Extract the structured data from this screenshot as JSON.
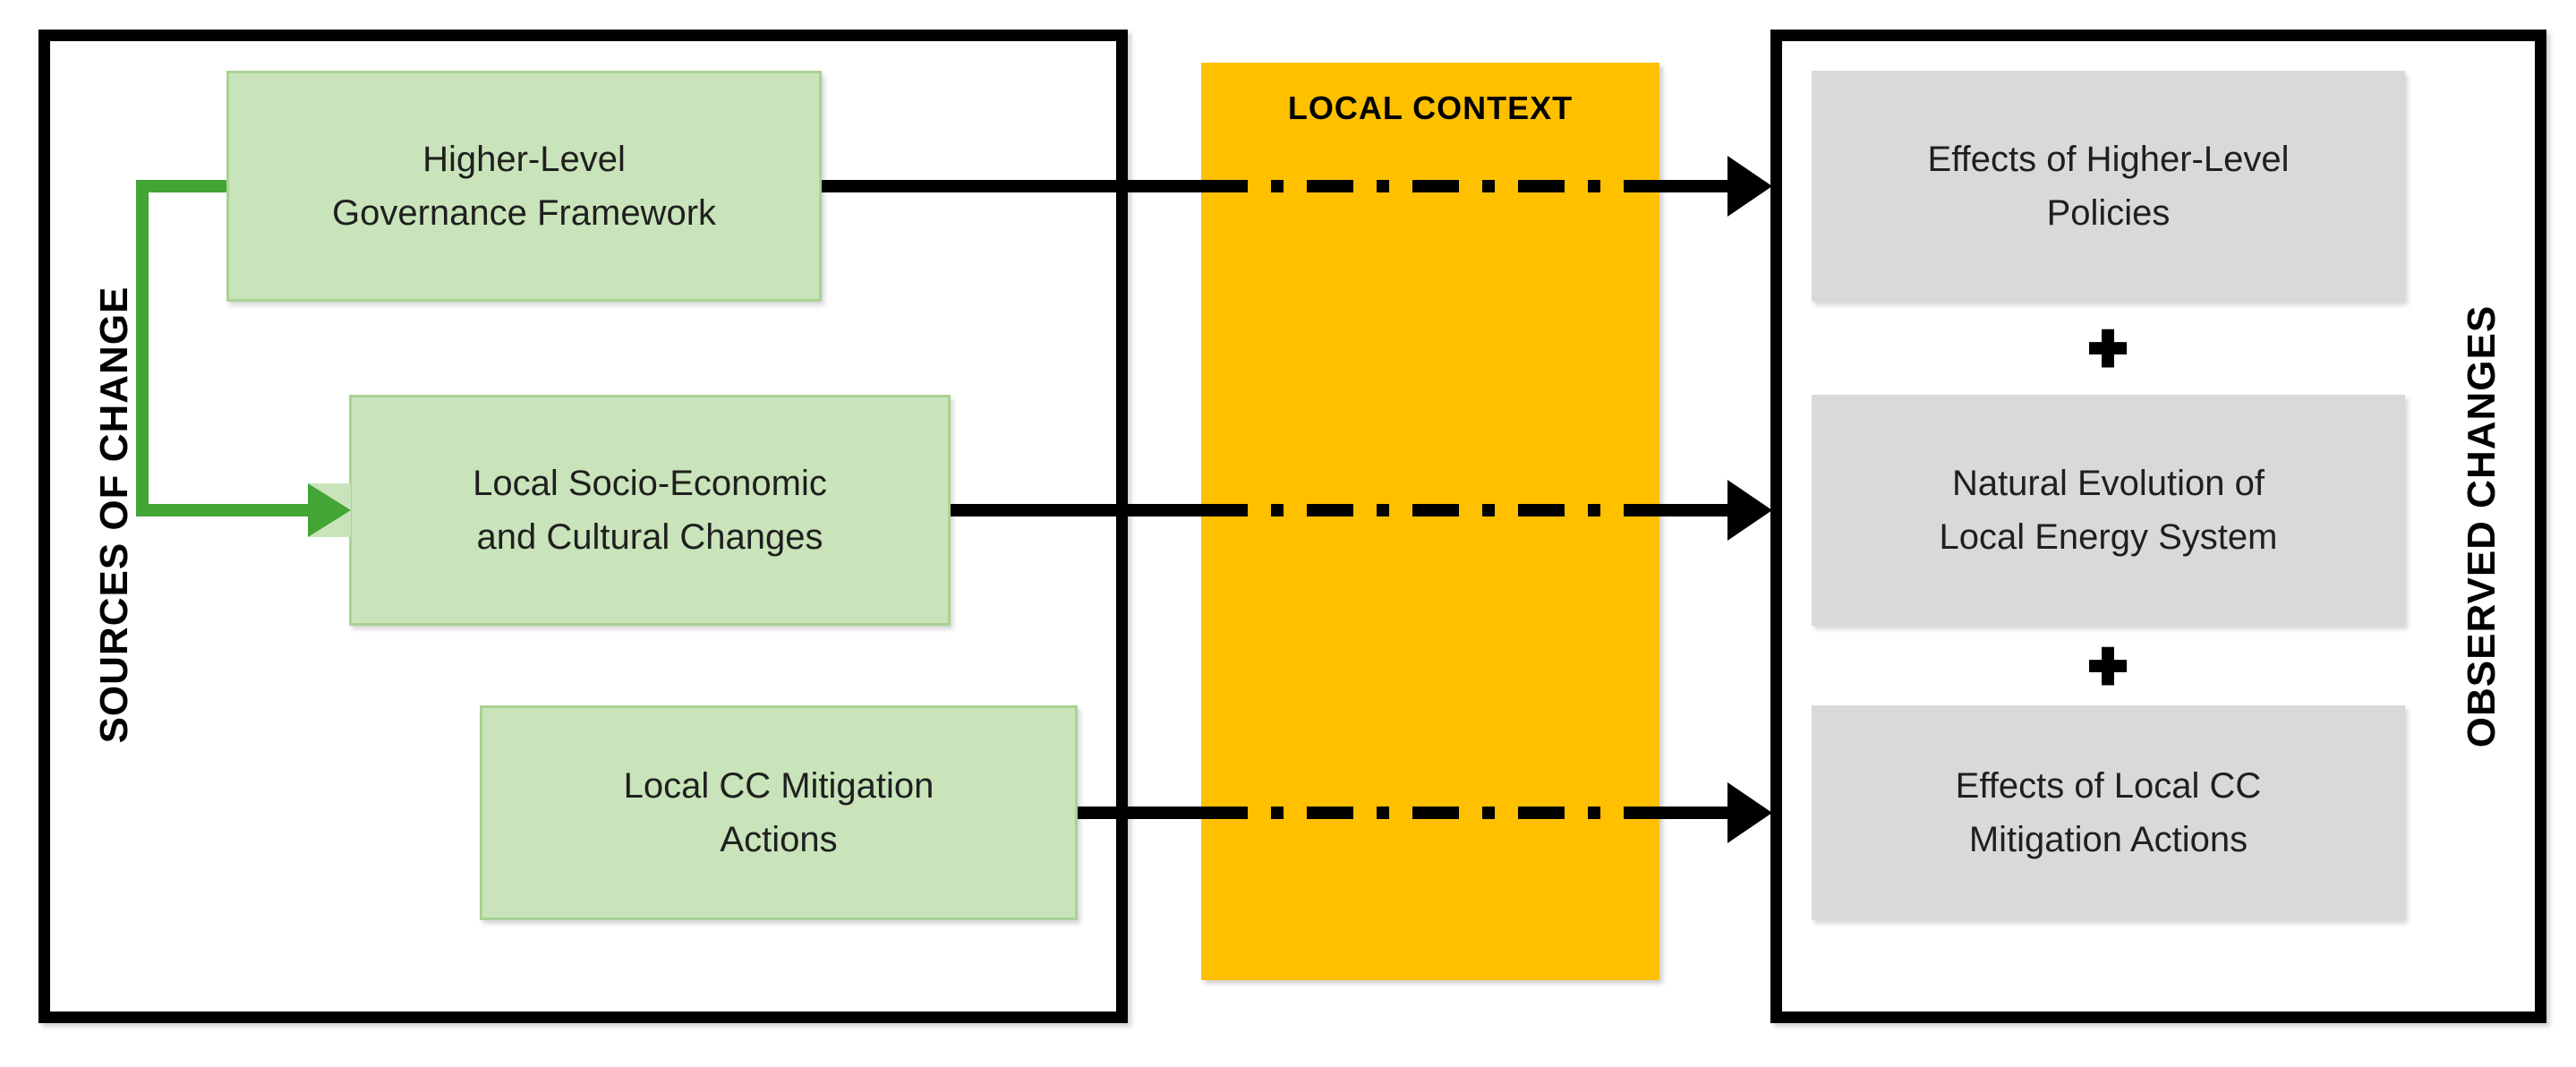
{
  "diagram": {
    "left_panel": {
      "side_label": "SOURCES OF CHANGE",
      "boxes": [
        {
          "label": "Higher-Level\nGovernance Framework"
        },
        {
          "label": "Local Socio-Economic\nand Cultural Changes"
        },
        {
          "label": "Local CC Mitigation\nActions"
        }
      ]
    },
    "center_band": {
      "label": "LOCAL CONTEXT"
    },
    "right_panel": {
      "side_label": "OBSERVED CHANGES",
      "boxes": [
        {
          "label": "Effects of Higher-Level\nPolicies"
        },
        {
          "label": "Natural Evolution of\nLocal Energy System"
        },
        {
          "label": "Effects of Local CC\nMitigation Actions"
        }
      ],
      "plus_symbol": "+"
    },
    "colors": {
      "source_box_fill": "#c9e4ba",
      "source_box_border": "#a9d294",
      "context_band_fill": "#ffc000",
      "observed_box_fill": "#d9d9d9",
      "arrow_black": "#000000",
      "arrow_green": "#43a536",
      "panel_border": "#000000"
    }
  }
}
